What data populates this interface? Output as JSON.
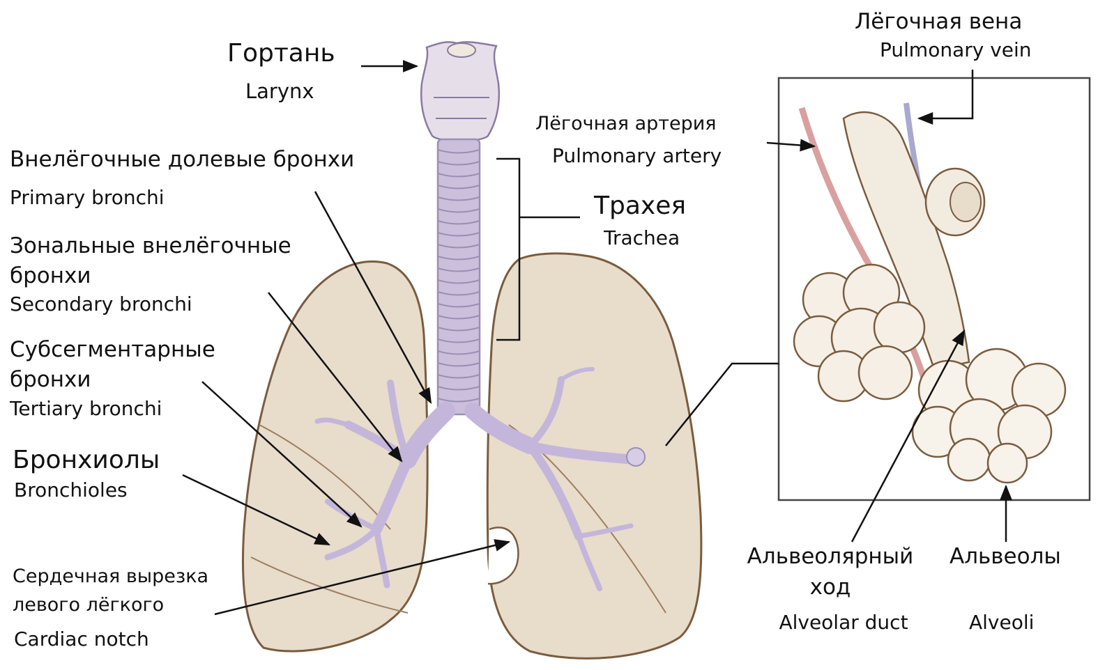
{
  "diagram": {
    "labels": {
      "larynx_ru": "Гортань",
      "larynx_en": "Larynx",
      "primary_ru": "Внелёгочные долевые бронхи",
      "primary_en": "Primary bronchi",
      "secondary_ru_line1": "Зональные внелёгочные",
      "secondary_ru_line2": "бронхи",
      "secondary_en": "Secondary bronchi",
      "tertiary_ru_line1": "Субсегментарные",
      "tertiary_ru_line2": "бронхи",
      "tertiary_en": "Tertiary bronchi",
      "bronchioles_ru": "Бронхиолы",
      "bronchioles_en": "Bronchioles",
      "cardiac_ru_line1": "Сердечная вырезка",
      "cardiac_ru_line2": "левого лёгкого",
      "cardiac_en": "Cardiac notch",
      "trachea_ru": "Трахея",
      "trachea_en": "Trachea",
      "pulm_artery_ru": "Лёгочная артерия",
      "pulm_artery_en": "Pulmonary artery",
      "pulm_vein_ru": "Лёгочная вена",
      "pulm_vein_en": "Pulmonary vein",
      "alv_duct_ru_line1": "Альвеолярный",
      "alv_duct_ru_line2": "ход",
      "alv_duct_en": "Alveolar duct",
      "alveoli_ru": "Альвеолы",
      "alveoli_en": "Alveoli"
    },
    "colors": {
      "lung_fill": "#e8dccb",
      "lung_stroke": "#7a5c3e",
      "airway_fill": "#cbbfdc",
      "airway_stroke": "#9a8fb3",
      "artery": "#d9a0a0",
      "vein": "#a9a9cf",
      "line": "#111111"
    }
  }
}
